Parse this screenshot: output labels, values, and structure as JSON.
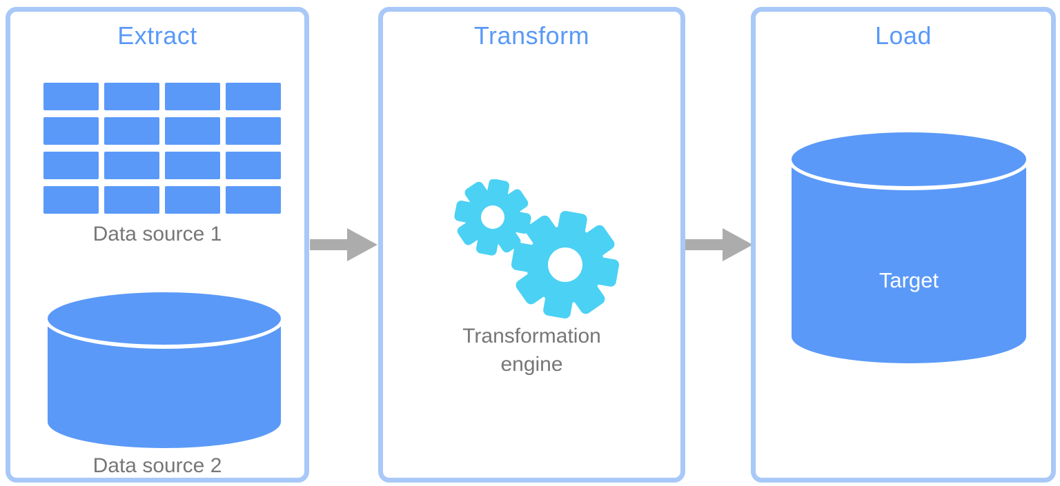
{
  "diagram": {
    "type": "etl-process-diagram",
    "panels": [
      {
        "id": "extract",
        "title": "Extract",
        "items": [
          {
            "icon": "table-grid-icon",
            "label": "Data source 1"
          },
          {
            "icon": "database-icon",
            "label": "Data source 2"
          }
        ]
      },
      {
        "id": "transform",
        "title": "Transform",
        "items": [
          {
            "icon": "gears-icon",
            "label": "Transformation engine"
          }
        ]
      },
      {
        "id": "load",
        "title": "Load",
        "items": [
          {
            "icon": "database-icon",
            "label": "Target",
            "label_position": "inside"
          }
        ]
      }
    ],
    "arrows": [
      {
        "from": "extract",
        "to": "transform",
        "direction": "right"
      },
      {
        "from": "transform",
        "to": "load",
        "direction": "right"
      }
    ],
    "colors": {
      "shape_blue": "#5A99F8",
      "panel_border": "#A8C8F8",
      "title_blue": "#5A99F8",
      "label_gray": "#767676",
      "arrow_gray": "#ACACAC",
      "gear_cyan": "#4BD1F3",
      "target_text": "#FFFFFF",
      "background": "#FFFFFF"
    },
    "table_grid": {
      "rows": 4,
      "cols": 4
    }
  }
}
